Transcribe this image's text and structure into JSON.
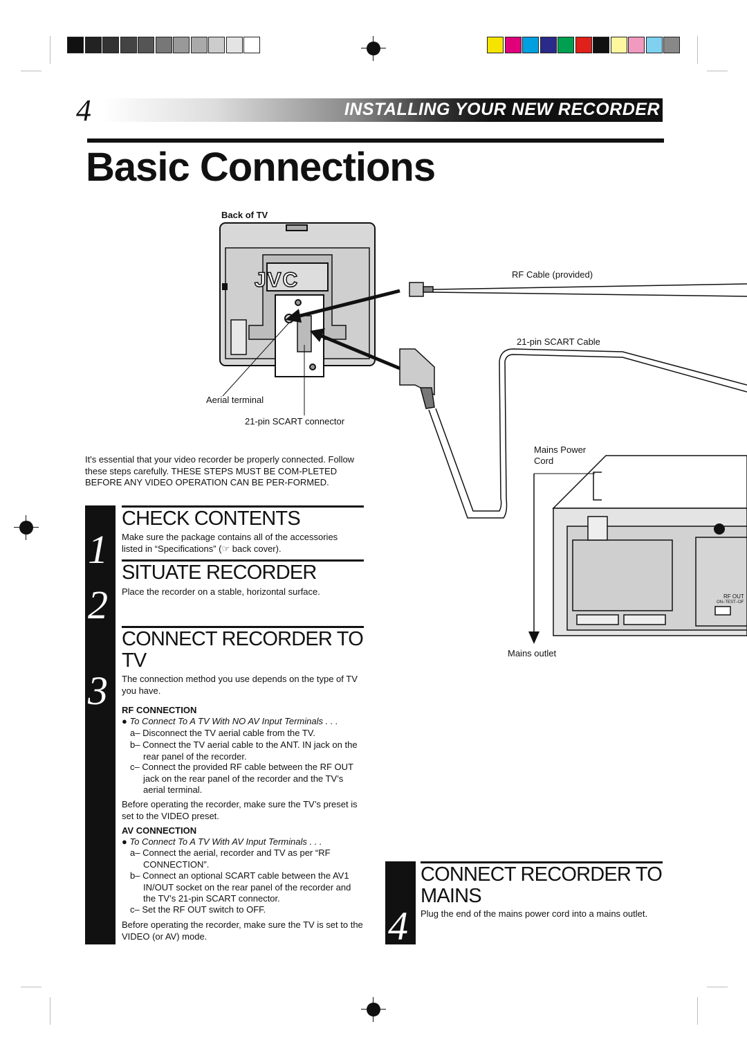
{
  "page_number": "4",
  "header_banner": "INSTALLING YOUR NEW RECORDER",
  "title": "Basic Connections",
  "diagram": {
    "back_of_tv": "Back of TV",
    "rf_cable": "RF Cable (provided)",
    "scart_cable": "21-pin SCART Cable",
    "aerial_terminal": "Aerial terminal",
    "scart_connector": "21-pin SCART connector",
    "mains_power_cord_1": "Mains Power",
    "mains_power_cord_2": "Cord",
    "mains_outlet": "Mains outlet",
    "rf_out": "RF OUT",
    "on_test_off": "ON–TEST–OF"
  },
  "intro": "It's essential that your video recorder be properly connected. Follow these steps carefully. THESE STEPS MUST BE COM-PLETED BEFORE ANY VIDEO OPERATION CAN BE PER-FORMED.",
  "steps": [
    {
      "num": "1",
      "heading": "CHECK CONTENTS",
      "text": "Make sure the package contains all of the accessories listed in “Specifications” (☞ back cover)."
    },
    {
      "num": "2",
      "heading": "SITUATE RECORDER",
      "text": "Place the recorder on a stable, horizontal surface."
    },
    {
      "num": "3",
      "heading": "CONNECT RECORDER TO TV",
      "text": "The connection method you use depends on the type of TV you have."
    },
    {
      "num": "4",
      "heading": "CONNECT RECORDER TO MAINS",
      "text": "Plug the end of the mains power cord into a mains outlet."
    }
  ],
  "rf": {
    "heading": "RF CONNECTION",
    "bullet": "To Connect To A TV With NO AV Input Terminals . . .",
    "a": "a– Disconnect the TV aerial cable from the TV.",
    "b": "b– Connect the TV aerial cable to the ANT. IN jack on the rear panel of the recorder.",
    "c": "c– Connect the provided RF cable between the RF OUT jack on the rear panel of the recorder and the TV’s aerial terminal.",
    "note": "Before operating the recorder, make sure the TV’s preset is set to the VIDEO preset."
  },
  "av": {
    "heading": "AV CONNECTION",
    "bullet": "To Connect To A TV With AV Input Terminals . . .",
    "a": "a– Connect the aerial, recorder and TV as per “RF CONNECTION”.",
    "b": "b– Connect an optional SCART cable between the AV1 IN/OUT socket on the rear panel of the recorder and the TV’s 21-pin SCART connector.",
    "c": "c– Set the RF OUT switch to OFF.",
    "note": "Before operating the recorder, make sure the TV is set to the VIDEO (or AV) mode."
  },
  "colors": {
    "grays": [
      "#111111",
      "#222222",
      "#333333",
      "#444444",
      "#555555",
      "#777777",
      "#999999",
      "#aaaaaa",
      "#cccccc",
      "#e4e4e4",
      "#ffffff"
    ],
    "process": [
      "#f5e400",
      "#e0007a",
      "#00a0e0",
      "#2a2a8a",
      "#00a050",
      "#e0201a",
      "#111111",
      "#fff6a0",
      "#f09ac0",
      "#80d0f0",
      "#888888"
    ]
  }
}
